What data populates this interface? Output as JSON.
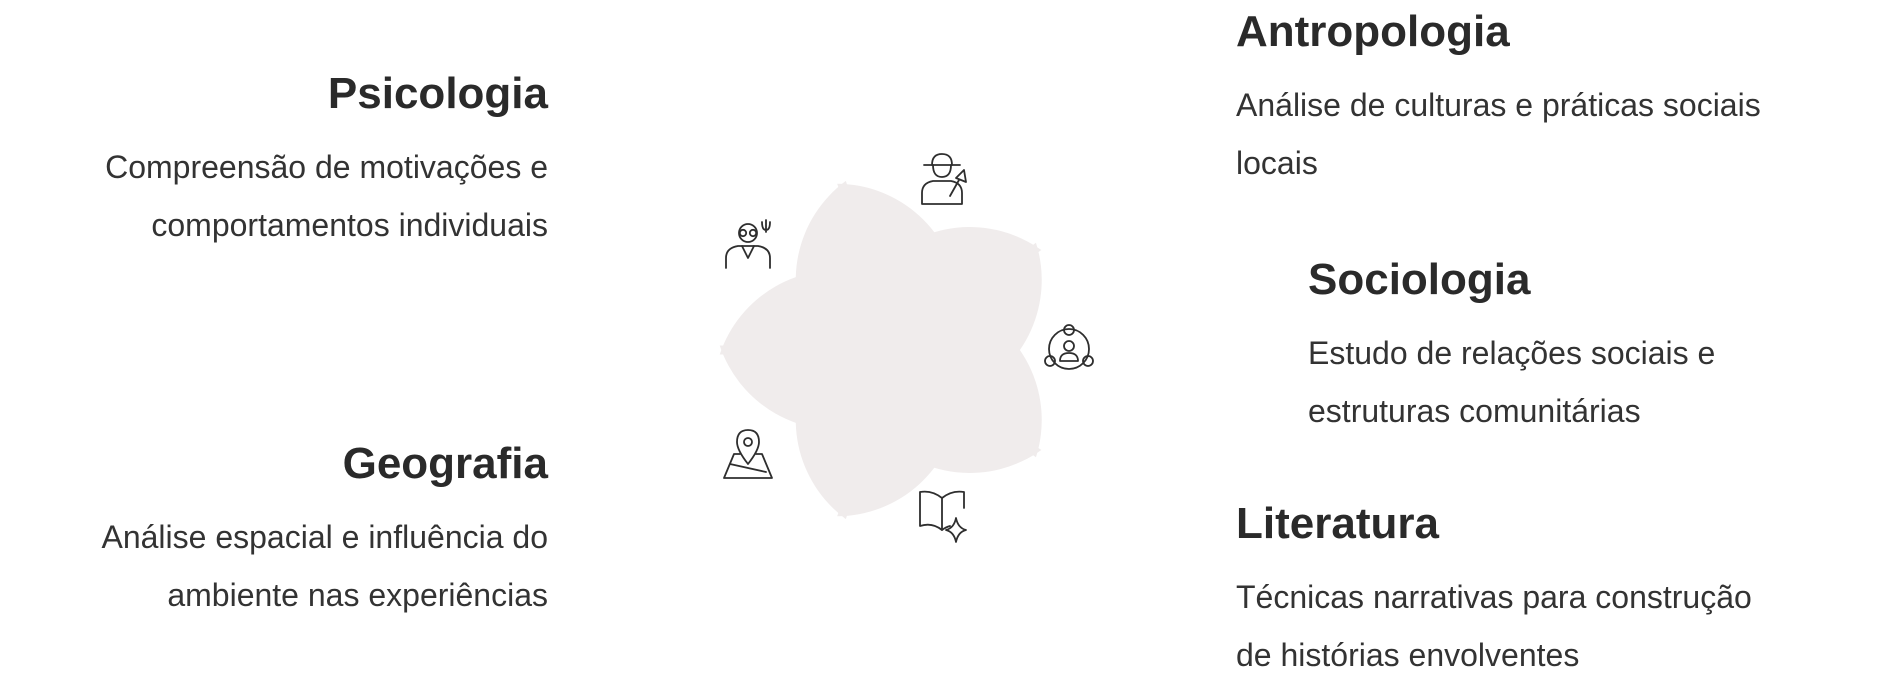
{
  "items": [
    {
      "id": "psicologia",
      "title": "Psicologia",
      "description_line1": "Compreensão de motivações e",
      "description_line2": "comportamentos individuais",
      "icon": "psychologist-icon"
    },
    {
      "id": "antropologia",
      "title": "Antropologia",
      "description_line1": "Análise de culturas e práticas sociais",
      "description_line2": "locais",
      "icon": "archaeologist-icon"
    },
    {
      "id": "sociologia",
      "title": "Sociologia",
      "description_line1": "Estudo de relações sociais e",
      "description_line2": "estruturas comunitárias",
      "icon": "social-network-icon"
    },
    {
      "id": "geografia",
      "title": "Geografia",
      "description_line1": "Análise espacial e influência do",
      "description_line2": "ambiente nas experiências",
      "icon": "map-pin-icon"
    },
    {
      "id": "literatura",
      "title": "Literatura",
      "description_line1": "Técnicas narrativas para construção",
      "description_line2": "de histórias envolventes",
      "icon": "open-book-sparkle-icon"
    }
  ],
  "colors": {
    "petal": "#f0ecec",
    "text": "#2b2b2b",
    "icon": "#2e2e2e"
  }
}
